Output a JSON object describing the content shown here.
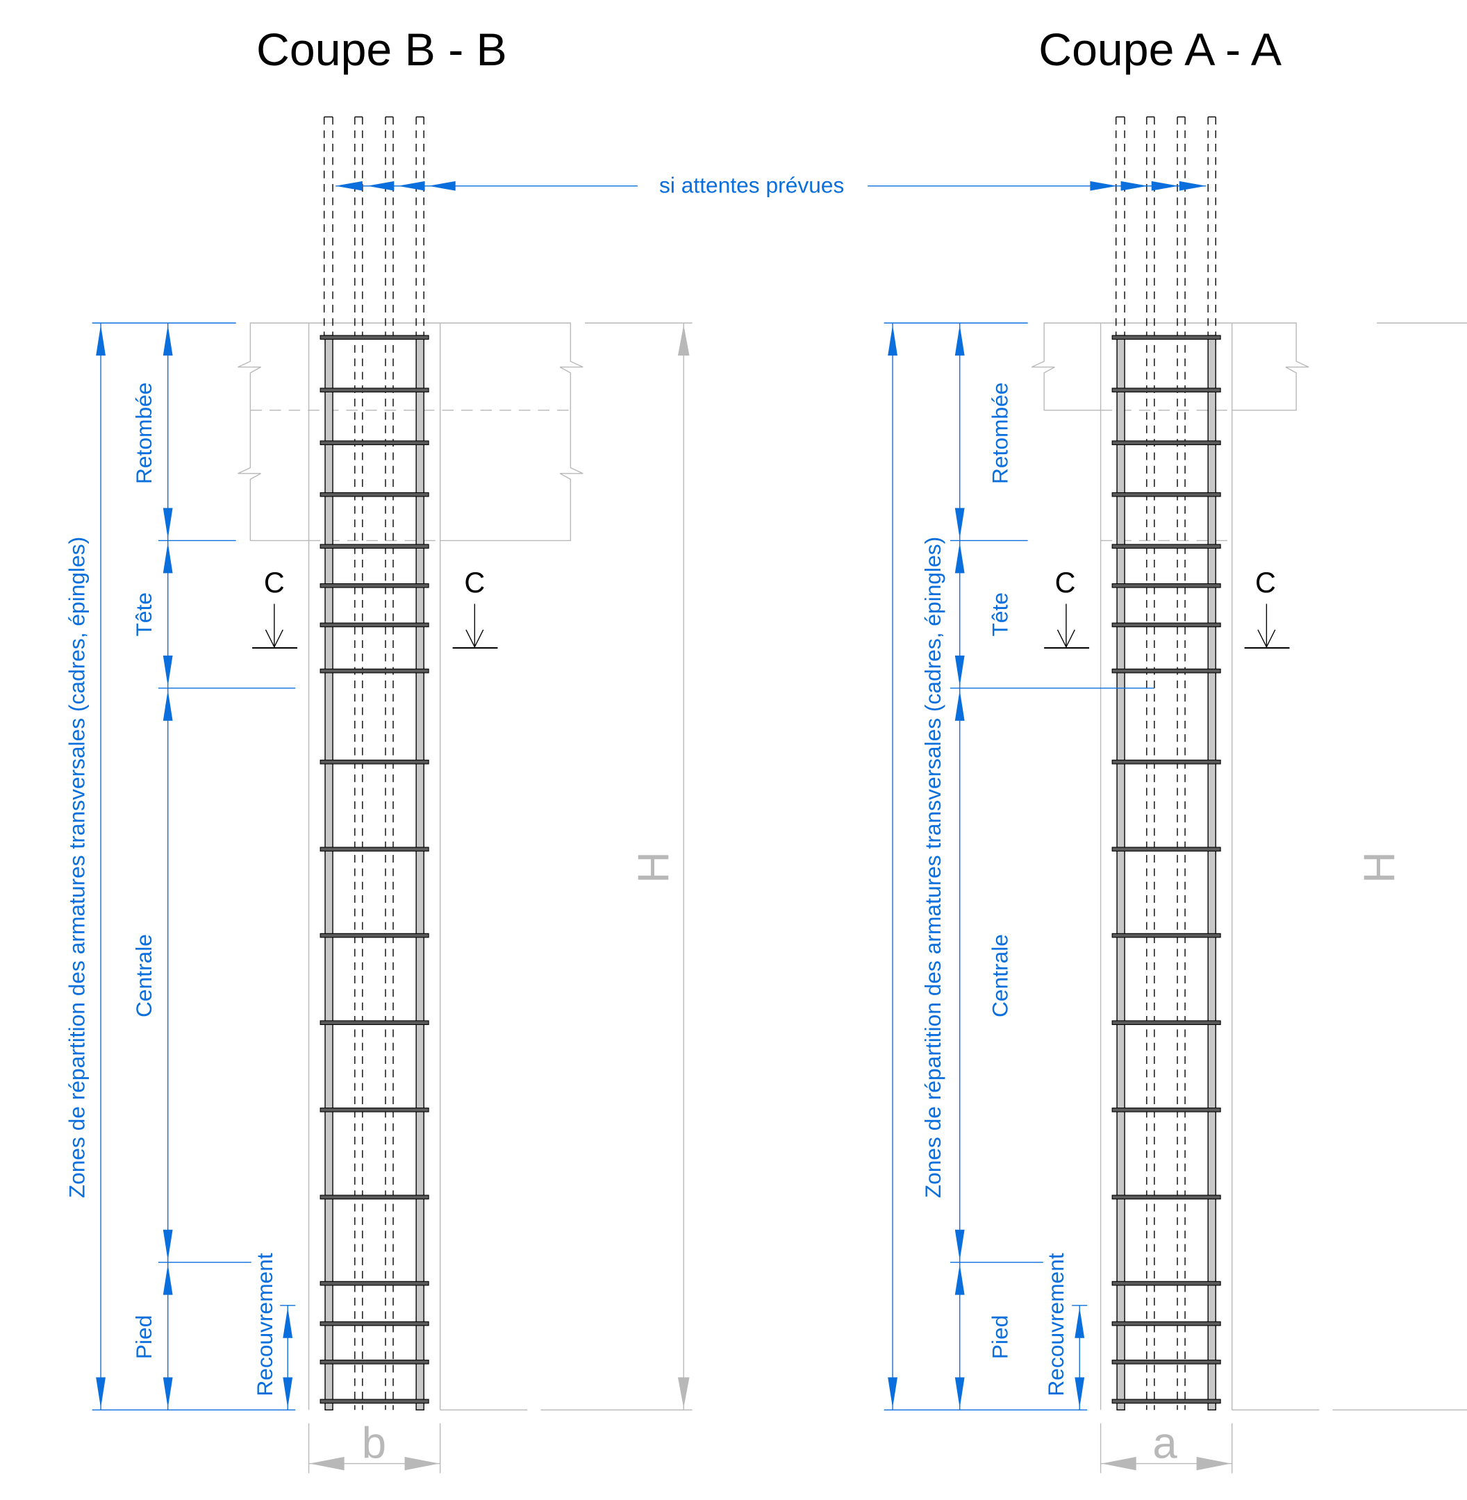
{
  "titles": {
    "section_b": "Coupe B - B",
    "section_a": "Coupe A - A"
  },
  "starter_note": "si attentes prévues",
  "labels": {
    "zones": "Zones de répartition des armatures transversales (cadres, épingles)",
    "retombee": "Retombée",
    "tete": "Tête",
    "centrale": "Centrale",
    "pied": "Pied",
    "recouvrement": "Recouvrement",
    "section_mark": "C",
    "height": "H",
    "width_b": "b",
    "width_a": "a"
  },
  "colors": {
    "dimension_blue": "#0a6fdc",
    "outline_gray": "#b8b8b8",
    "rebar_gray": "#c8c8c8",
    "stirrup": "#5a5a5a"
  }
}
